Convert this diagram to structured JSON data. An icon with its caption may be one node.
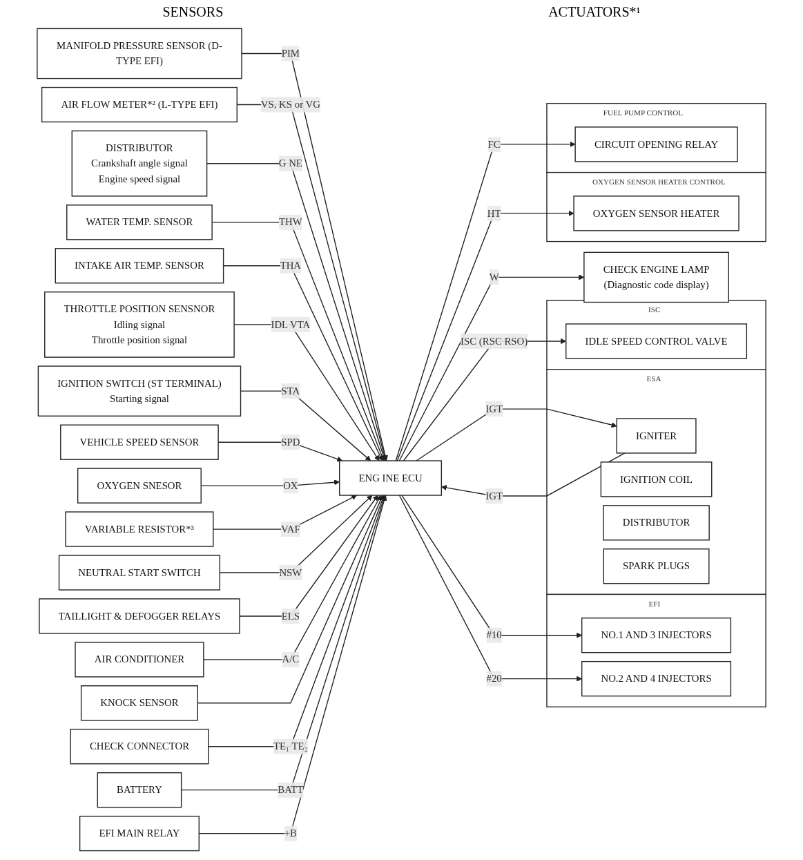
{
  "diagram": {
    "nodes": [
      {
        "text": [
          "MANIFOLD PRESSURE SENSOR (D-TYPE EFI)"
        ]
      },
      {
        "text": [
          "AIR FLOW METER*² (L-TYPE EFI)"
        ]
      },
      {
        "text": [
          "DISTRIBUTOR",
          "Crankshaft angle signal",
          "Engine speed signal"
        ]
      },
      {
        "text": [
          "WATER TEMP. SENSOR"
        ]
      },
      {
        "text": [
          "INTAKE AIR TEMP. SENSOR"
        ]
      },
      {
        "text": [
          "THROTTLE POSITION SENSNOR",
          "Idling signal",
          "Throttle position signal"
        ]
      },
      {
        "text": [
          "IGNITION SWITCH (ST TERMINAL)",
          "Starting signal"
        ]
      },
      {
        "text": [
          "VEHICLE SPEED SENSOR"
        ]
      },
      {
        "text": [
          "OXYGEN SNESOR"
        ]
      },
      {
        "text": [
          "VARIABLE RESISTOR*³"
        ]
      },
      {
        "text": [
          "NEUTRAL START SWITCH"
        ]
      },
      {
        "text": [
          "TAILLIGHT & DEFOGGER RELAYS"
        ]
      },
      {
        "text": [
          "AIR CONDITIONER"
        ]
      },
      {
        "text": [
          "KNOCK SENSOR"
        ]
      },
      {
        "text": [
          "CHECK CONNECTOR"
        ]
      },
      {
        "text": [
          "ENG INE ECU"
        ]
      },
      {
        "text": [
          "EFI"
        ]
      },
      {
        "text": [
          "NO.1 AND 3 INJECTORS"
        ],
        "in": 16
      },
      {
        "text": [
          "NO.2 AND 4 INJECTORS"
        ],
        "in": 16
      },
      {
        "text": [
          "ESA"
        ]
      },
      {
        "text": [
          "IGNITER"
        ],
        "in": 19
      },
      {
        "text": [
          "IGNITION COIL"
        ],
        "in": 19
      },
      {
        "text": [
          "DISTRIBUTOR"
        ],
        "in": 19
      },
      {
        "text": [
          "SPARK PLUGS"
        ],
        "in": 19
      },
      {
        "text": [
          "ISC"
        ]
      },
      {
        "text": [
          "IDLE SPEED CONTROL VALVE"
        ],
        "in": 24
      },
      {
        "text": [
          "OXYGEN SENSOR HEATER CONTROL"
        ]
      },
      {
        "text": [
          "OXYGEN SENSOR HEATER"
        ],
        "in": 26
      },
      {
        "text": [
          "FUEL PUMP CONTROL"
        ]
      },
      {
        "text": [
          "CIRCUIT OPENING RELAY"
        ],
        "in": 28
      },
      {
        "text": [
          "CHECK ENGINE LAMP",
          "(Diagnostic code display)"
        ]
      },
      {
        "text": [
          "BATTERY"
        ]
      },
      {
        "text": [
          "EFI MAIN RELAY"
        ]
      }
    ],
    "edges": [
      {
        "from": 0,
        "to": 15,
        "arrow": "to",
        "label": "PIM"
      },
      {
        "from": 1,
        "to": 15,
        "arrow": "to",
        "label": "VS, KS or VG"
      },
      {
        "from": 2,
        "to": 15,
        "arrow": "to",
        "label": "G NE"
      },
      {
        "from": 3,
        "to": 15,
        "arrow": "to",
        "label": "THW"
      },
      {
        "from": 4,
        "to": 15,
        "arrow": "to",
        "label": "THA"
      },
      {
        "from": 5,
        "to": 15,
        "arrow": "to",
        "label": "IDL VTA"
      },
      {
        "from": 6,
        "to": 15,
        "arrow": "to",
        "label": "STA"
      },
      {
        "from": 7,
        "to": 15,
        "arrow": "to",
        "label": "SPD"
      },
      {
        "from": 8,
        "to": 15,
        "arrow": "to",
        "label": "OX"
      },
      {
        "from": 9,
        "to": 15,
        "arrow": "to",
        "label": "VAF"
      },
      {
        "from": 10,
        "to": 15,
        "arrow": "to",
        "label": "NSW"
      },
      {
        "from": 11,
        "to": 15,
        "arrow": "to",
        "label": "ELS"
      },
      {
        "from": 12,
        "to": 15,
        "arrow": "to",
        "label": "A/C"
      },
      {
        "from": 13,
        "to": 15,
        "arrow": "to"
      },
      {
        "from": 14,
        "to": 15,
        "arrow": "to",
        "label": "TE₁ TE₂"
      },
      {
        "from": 15,
        "to": 17,
        "arrow": "to",
        "label": "#10"
      },
      {
        "from": 15,
        "to": 18,
        "arrow": "to",
        "label": "#20"
      },
      {
        "from": 15,
        "to": 20,
        "arrow": "to",
        "label": "IGT"
      },
      {
        "from": 20,
        "to": 15,
        "arrow": "to",
        "label": "IGT"
      },
      {
        "from": 15,
        "to": 25,
        "arrow": "to",
        "label": "ISC (RSC RSO)"
      },
      {
        "from": 15,
        "to": 27,
        "arrow": "to",
        "label": "HT"
      },
      {
        "from": 15,
        "to": 29,
        "arrow": "to",
        "label": "FC"
      },
      {
        "from": 15,
        "to": 30,
        "arrow": "to",
        "label": "W"
      },
      {
        "from": 31,
        "to": 15,
        "arrow": "to",
        "label": "BATT"
      },
      {
        "from": 32,
        "to": 15,
        "arrow": "to",
        "label": "+B"
      }
    ],
    "labels": [
      "SENSORS",
      "ACTUATORS*¹"
    ]
  }
}
